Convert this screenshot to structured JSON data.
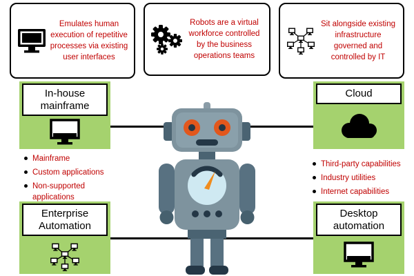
{
  "top_notes": [
    {
      "icon": "monitor-icon",
      "text": "Emulates human execution of repetitive processes via existing user interfaces"
    },
    {
      "icon": "gears-icon",
      "text": "Robots are a virtual workforce controlled by the business operations teams"
    },
    {
      "icon": "network-icon",
      "text": "Sit alongside existing infrastructure governed and controlled by IT"
    }
  ],
  "nodes": {
    "in_house_mainframe": {
      "label": "In-house mainframe",
      "icon": "monitor-icon"
    },
    "cloud": {
      "label": "Cloud",
      "icon": "cloud-icon"
    },
    "enterprise_automation": {
      "label": "Enterprise Automation",
      "icon": "network-icon"
    },
    "desktop_automation": {
      "label": "Desktop automation",
      "icon": "monitor-icon"
    }
  },
  "bullets": {
    "left": [
      "Mainframe",
      "Custom applications",
      "Non-supported applications"
    ],
    "right": [
      "Third-party capabilities",
      "Industry utilities",
      "Internet capabilities"
    ]
  },
  "figure": {
    "center": "robot-illustration"
  },
  "colors": {
    "panel_green": "#a5d26e",
    "text_red": "#c00000",
    "line_black": "#000000",
    "robot_gray": "#7e939e",
    "robot_dark": "#243746",
    "robot_orange": "#e2571c"
  }
}
